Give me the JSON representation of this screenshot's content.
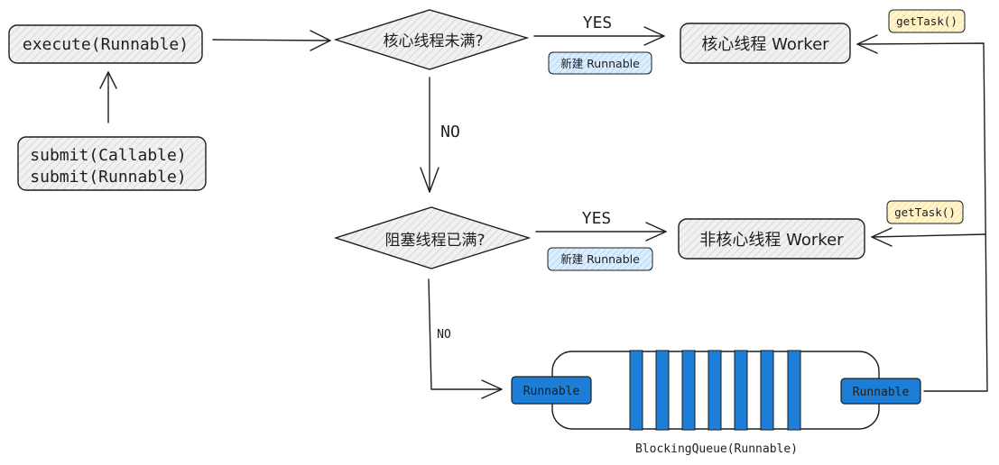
{
  "nodes": {
    "execute": "execute(Runnable)",
    "submit_callable": "submit(Callable)",
    "submit_runnable": "submit(Runnable)",
    "core_check": "核心线程未满?",
    "queue_check": "阻塞线程已满?",
    "core_worker": "核心线程 Worker",
    "noncore_worker": "非核心线程 Worker",
    "queue_caption": "BlockingQueue(Runnable)",
    "queue_in_item": "Runnable",
    "queue_out_item": "Runnable"
  },
  "edges": {
    "yes_top": "YES",
    "yes_bottom": "YES",
    "no_top": "NO",
    "no_bottom": "NO"
  },
  "tags": {
    "new_runnable_top": "新建 Runnable",
    "new_runnable_bottom": "新建 Runnable",
    "get_task_top": "getTask()",
    "get_task_bottom": "getTask()"
  },
  "colors": {
    "node_fill": "#e6e6e6",
    "tag_blue": "#a5d8ff",
    "tag_yellow": "#ffec99",
    "queue_blue": "#1c7ed6",
    "stroke": "#1e1e1e"
  }
}
